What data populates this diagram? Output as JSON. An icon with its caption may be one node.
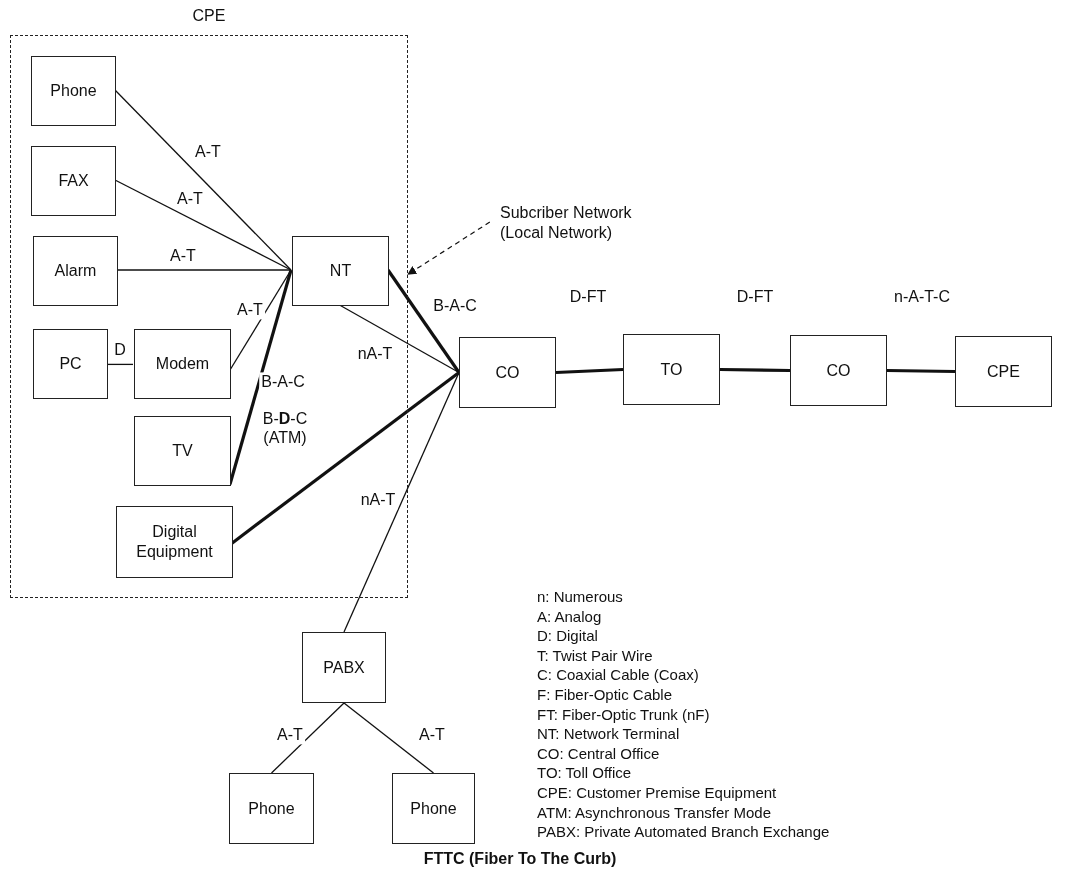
{
  "diagram": {
    "title": "FTTC (Fiber To The Curb)",
    "nodes": [
      {
        "text": [
          "CPE"
        ]
      },
      {
        "text": [
          "Phone"
        ],
        "in": 0
      },
      {
        "text": [
          "FAX"
        ],
        "in": 0
      },
      {
        "text": [
          "Alarm"
        ],
        "in": 0
      },
      {
        "text": [
          "PC"
        ],
        "in": 0
      },
      {
        "text": [
          "Modem"
        ],
        "in": 0
      },
      {
        "text": [
          "TV"
        ],
        "in": 0
      },
      {
        "text": [
          "Digital Equipment"
        ],
        "in": 0
      },
      {
        "text": [
          "NT"
        ],
        "in": 0
      },
      {
        "text": [
          "CO"
        ]
      },
      {
        "text": [
          "TO"
        ]
      },
      {
        "text": [
          "CO"
        ]
      },
      {
        "text": [
          "CPE"
        ]
      },
      {
        "text": [
          "PABX"
        ]
      },
      {
        "text": [
          "Phone"
        ]
      },
      {
        "text": [
          "Phone"
        ]
      },
      {
        "text": [
          "Subcriber Network (Local Network)"
        ]
      }
    ],
    "edges": [
      {
        "from": 1,
        "to": 8,
        "arrow": "none",
        "label": "A-T"
      },
      {
        "from": 2,
        "to": 8,
        "arrow": "none",
        "label": "A-T"
      },
      {
        "from": 3,
        "to": 8,
        "arrow": "none",
        "label": "A-T"
      },
      {
        "from": 5,
        "to": 8,
        "arrow": "none",
        "label": "A-T"
      },
      {
        "from": 4,
        "to": 5,
        "arrow": "none",
        "label": "D"
      },
      {
        "from": 6,
        "to": 8,
        "arrow": "none",
        "label": "B-A-C",
        "style": "thick"
      },
      {
        "from": 8,
        "to": 9,
        "arrow": "none",
        "label": "B-A-C",
        "style": "thick"
      },
      {
        "from": 8,
        "to": 9,
        "arrow": "none",
        "label": "nA-T"
      },
      {
        "from": 7,
        "to": 9,
        "arrow": "none",
        "label": "B-**D**-C (ATM)",
        "style": "thick"
      },
      {
        "from": 9,
        "to": 13,
        "arrow": "none",
        "label": "nA-T"
      },
      {
        "from": 13,
        "to": 14,
        "arrow": "none",
        "label": "A-T"
      },
      {
        "from": 13,
        "to": 15,
        "arrow": "none",
        "label": "A-T"
      },
      {
        "from": 9,
        "to": 10,
        "arrow": "none",
        "label": "D-FT",
        "style": "thick"
      },
      {
        "from": 10,
        "to": 11,
        "arrow": "none",
        "label": "D-FT",
        "style": "thick"
      },
      {
        "from": 11,
        "to": 12,
        "arrow": "none",
        "label": "n-A-T-C",
        "style": "thick"
      },
      {
        "from": 16,
        "to": 0,
        "arrow": "to",
        "style": "dashed"
      }
    ],
    "labels": [
      "n: Numerous",
      "A: Analog",
      "D: Digital",
      "T: Twist Pair Wire",
      "C: Coaxial Cable (Coax)",
      "F: Fiber-Optic Cable",
      "FT: Fiber-Optic Trunk (nF)",
      "NT: Network Terminal",
      "CO: Central Office",
      "TO: Toll Office",
      "CPE: Customer Premise Equipment",
      "ATM: Asynchronous Transfer Mode",
      "PABX: Private Automated Branch Exchange"
    ]
  }
}
